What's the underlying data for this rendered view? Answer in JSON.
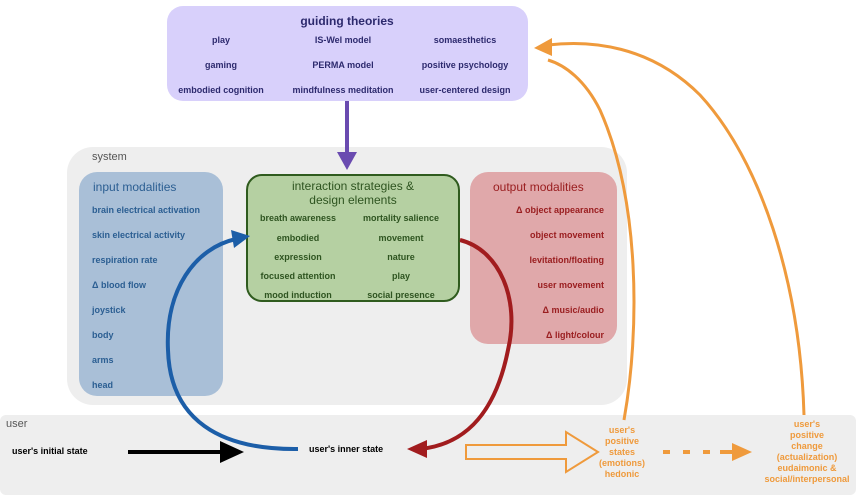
{
  "theories": {
    "title": "guiding theories",
    "items": [
      "play",
      "IS-Wel model",
      "somaesthetics",
      "gaming",
      "PERMA model",
      "positive psychology",
      "embodied cognition",
      "mindfulness meditation",
      "user-centered design"
    ]
  },
  "system": {
    "label": "system"
  },
  "input": {
    "title": "input modalities",
    "items": [
      "brain electrical activation",
      "skin electrical activity",
      "respiration rate",
      "Δ blood flow",
      "joystick",
      "body",
      "arms",
      "head"
    ]
  },
  "strategies": {
    "title_line1": "interaction strategies &",
    "title_line2": "design elements",
    "items": [
      "breath awareness",
      "mortality salience",
      "embodied",
      "movement",
      "expression",
      "nature",
      "focused attention",
      "play",
      "mood induction",
      "social presence"
    ]
  },
  "output": {
    "title": "output modalities",
    "items": [
      "Δ object appearance",
      "object movement",
      "levitation/floating",
      "user movement",
      "Δ music/audio",
      "Δ light/colour"
    ]
  },
  "user": {
    "label": "user",
    "initial_state": "user's initial state",
    "inner_state": "user's inner state",
    "positive_states": [
      "user's",
      "positive",
      "states",
      "(emotions)",
      "hedonic"
    ],
    "positive_change": [
      "user's",
      "positive",
      "change",
      "(actualization)",
      "eudaimonic &",
      "social/interpersonal"
    ]
  },
  "colors": {
    "purple_arrow": "#6a4bb0",
    "blue_arrow": "#1c5ea8",
    "red_arrow": "#a11c1e",
    "orange_arrow": "#ef9a3c",
    "black_arrow": "#000000"
  }
}
